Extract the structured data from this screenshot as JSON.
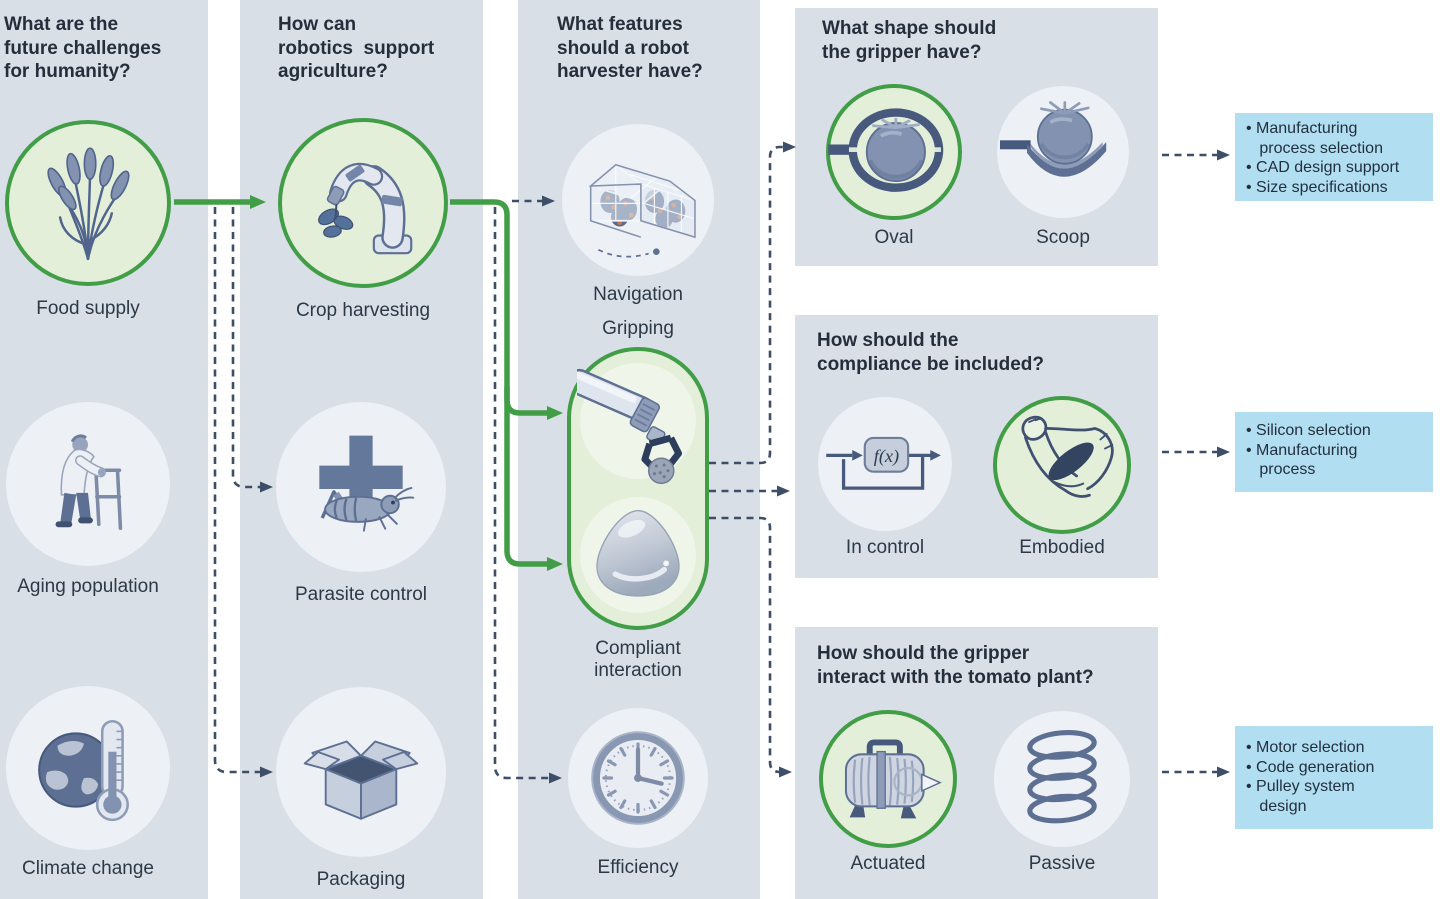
{
  "colors": {
    "panel_bg": "#d9dfe7",
    "circle_bg": "#edf0f5",
    "highlight_fill": "#e4efda",
    "highlight_stroke": "#429d47",
    "arrow_green": "#429d47",
    "arrow_navy": "#3d4e66",
    "output_box_bg": "#b2def2",
    "text_dark": "#242f3b",
    "icon_navy": "#5d6f92"
  },
  "columns": [
    {
      "title": "What are the\nfuture challenges\nfor humanity?",
      "items": [
        {
          "label": "Food supply",
          "icon": "wheat-icon",
          "highlighted": true
        },
        {
          "label": "Aging population",
          "icon": "elderly-person-icon",
          "highlighted": false
        },
        {
          "label": "Climate change",
          "icon": "globe-thermometer-icon",
          "highlighted": false
        }
      ]
    },
    {
      "title": "How can\nrobotics  support\nagriculture?",
      "items": [
        {
          "label": "Crop harvesting",
          "icon": "robot-arm-icon",
          "highlighted": true
        },
        {
          "label": "Parasite control",
          "icon": "medical-cross-insect-icon",
          "highlighted": false
        },
        {
          "label": "Packaging",
          "icon": "open-box-icon",
          "highlighted": false
        }
      ]
    },
    {
      "title": "What features\nshould a robot\nharvester have?",
      "items": [
        {
          "label": "Navigation",
          "icon": "greenhouse-icon",
          "highlighted": false
        },
        {
          "label": "Gripping",
          "icon": "gripper-icon",
          "highlighted": true
        },
        {
          "label": "Compliant\ninteraction",
          "icon": "soft-pebble-icon",
          "highlighted": true
        },
        {
          "label": "Efficiency",
          "icon": "clock-icon",
          "highlighted": false
        }
      ]
    }
  ],
  "decision_panels": [
    {
      "title": "What shape should\nthe gripper have?",
      "options": [
        {
          "label": "Oval",
          "icon": "oval-gripper-tomato-icon",
          "highlighted": true
        },
        {
          "label": "Scoop",
          "icon": "scoop-gripper-tomato-icon",
          "highlighted": false
        }
      ]
    },
    {
      "title": "How should the\ncompliance be included?",
      "options": [
        {
          "label": "In control",
          "icon": "feedback-loop-icon",
          "highlighted": false,
          "fx_label": "f(x)"
        },
        {
          "label": "Embodied",
          "icon": "flexed-arm-icon",
          "highlighted": true
        }
      ]
    },
    {
      "title": "How should the gripper\ninteract with the tomato plant?",
      "options": [
        {
          "label": "Actuated",
          "icon": "air-pump-icon",
          "highlighted": true
        },
        {
          "label": "Passive",
          "icon": "spring-icon",
          "highlighted": false
        }
      ]
    }
  ],
  "outputs": [
    {
      "text": "• Manufacturing\n   process selection\n• CAD design support\n• Size specifications"
    },
    {
      "text": "• Silicon selection\n• Manufacturing\n   process"
    },
    {
      "text": "• Motor selection\n• Code generation\n• Pulley system\n   design"
    }
  ]
}
